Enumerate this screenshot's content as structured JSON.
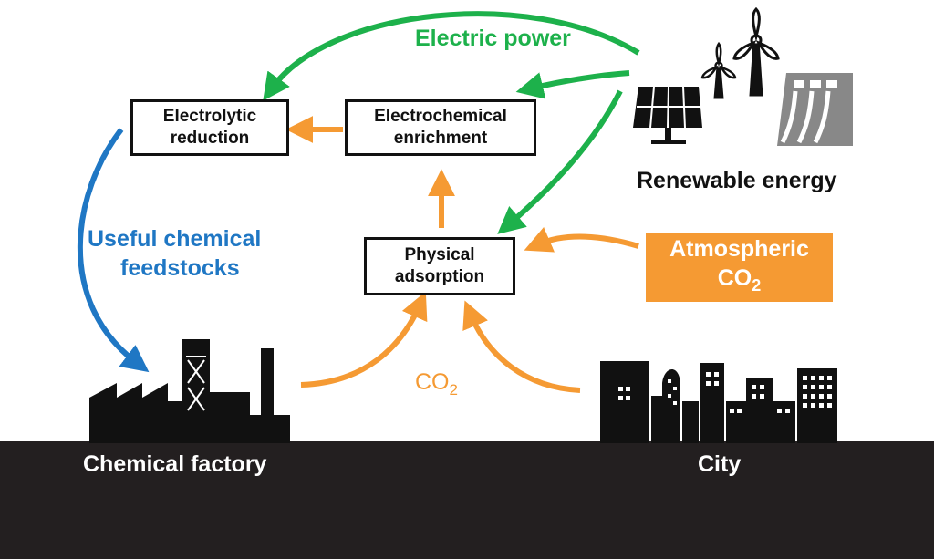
{
  "nodes": {
    "electrolytic_reduction": {
      "line1": "Electrolytic",
      "line2": "reduction"
    },
    "electrochemical_enrichment": {
      "line1": "Electrochemical",
      "line2": "enrichment"
    },
    "physical_adsorption": {
      "line1": "Physical",
      "line2": "adsorption"
    },
    "atmospheric_co2": {
      "line1": "Atmospheric",
      "line2_main": "CO",
      "line2_sub": "2"
    }
  },
  "labels": {
    "electric_power": "Electric power",
    "renewable_energy": "Renewable energy",
    "useful_chemical_1": "Useful chemical",
    "useful_chemical_2": "feedstocks",
    "co2_main": "CO",
    "co2_sub": "2",
    "chemical_factory": "Chemical factory",
    "city": "City"
  },
  "colors": {
    "green": "#1db14b",
    "orange": "#f59a33",
    "blue": "#1f77c4",
    "ground": "#231f20",
    "black": "#111111"
  },
  "icons": [
    "wind-turbine-icon",
    "solar-panel-icon",
    "hydro-dam-icon",
    "factory-icon",
    "city-skyline-icon"
  ]
}
